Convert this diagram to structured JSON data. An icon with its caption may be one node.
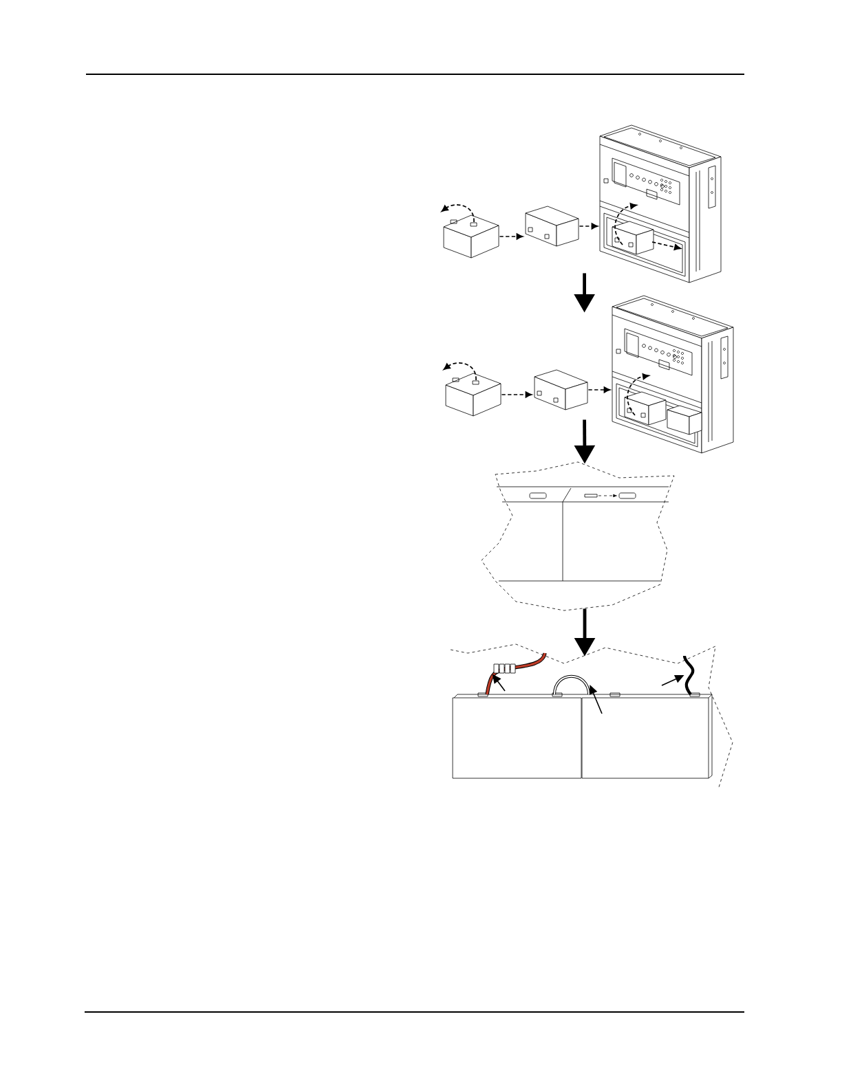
{
  "diagram": {
    "nodes": [
      {
        "text": [],
        "shape": "picture"
      },
      {
        "text": [],
        "shape": "picture"
      },
      {
        "text": [],
        "shape": "picture"
      },
      {
        "text": [],
        "shape": "picture"
      },
      {
        "text": [],
        "shape": "picture"
      },
      {
        "text": [],
        "shape": "picture"
      },
      {
        "text": [],
        "shape": "picture"
      },
      {
        "text": [],
        "shape": "picture"
      },
      {
        "text": [],
        "shape": "picture",
        "in": 7
      },
      {
        "text": [],
        "shape": "picture",
        "in": 7
      },
      {
        "text": [],
        "shape": "picture",
        "in": 7
      }
    ],
    "edges": [
      {
        "from": 0,
        "to": 1,
        "arrow": "to",
        "style": "dashed"
      },
      {
        "from": 1,
        "to": 2,
        "arrow": "to",
        "style": "dashed"
      },
      {
        "from": 2,
        "to": 5,
        "arrow": "to",
        "style": "thick"
      },
      {
        "from": 3,
        "to": 4,
        "arrow": "to",
        "style": "dashed"
      },
      {
        "from": 4,
        "to": 5,
        "arrow": "to",
        "style": "dashed"
      },
      {
        "from": 4,
        "to": 6,
        "arrow": "to",
        "style": "thick"
      },
      {
        "from": 6,
        "to": 7,
        "arrow": "to",
        "style": "thick"
      },
      {
        "from": null,
        "to": 8,
        "arrow": "to"
      },
      {
        "from": null,
        "to": 9,
        "arrow": "to"
      },
      {
        "from": null,
        "to": 10,
        "arrow": "to"
      }
    ]
  }
}
